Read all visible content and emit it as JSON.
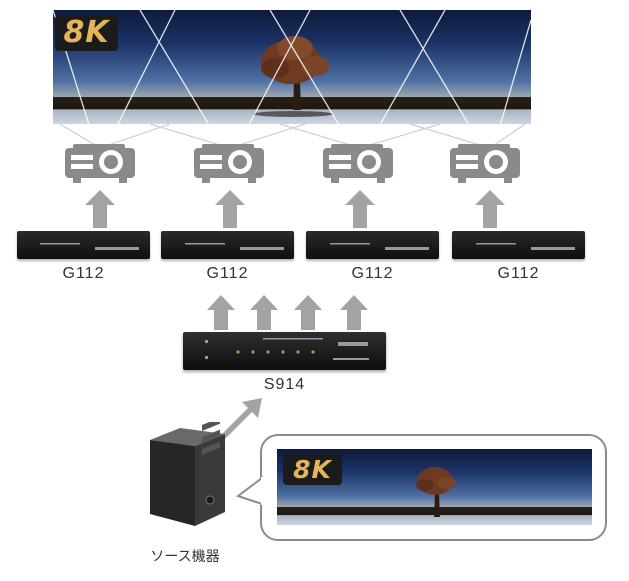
{
  "badges": {
    "top": "8K",
    "bubble": "8K"
  },
  "devices": {
    "g112": [
      "G112",
      "G112",
      "G112",
      "G112"
    ],
    "s914": "S914",
    "source": "ソース機器"
  }
}
